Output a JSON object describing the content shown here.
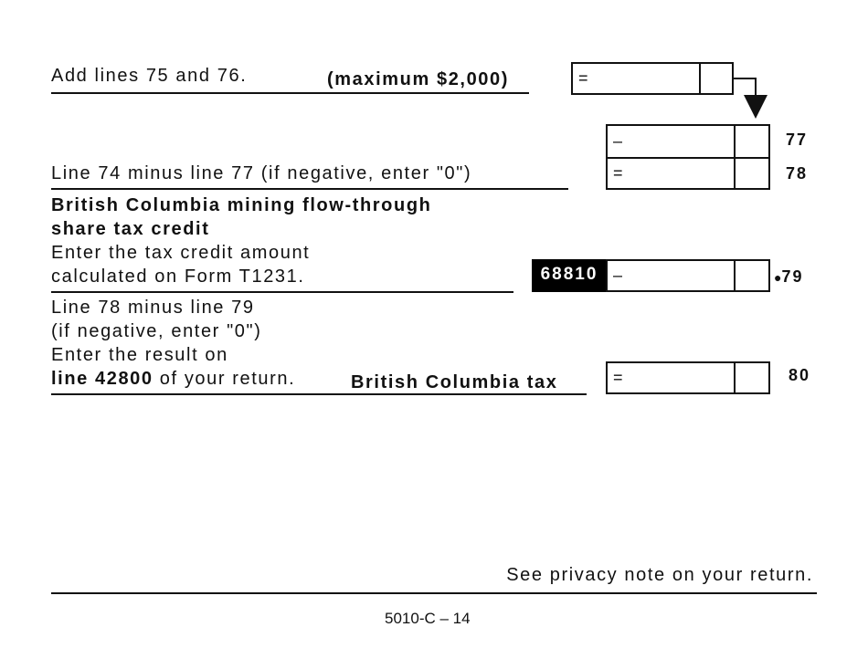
{
  "line76_total": {
    "label": "Add lines 75 and 76.",
    "note": "(maximum $2,000)",
    "sign": "=",
    "dollars": "",
    "cents": ""
  },
  "line77": {
    "sign": "–",
    "number": "77",
    "dollars": "",
    "cents": ""
  },
  "line78": {
    "label": "Line 74 minus line 77 (if negative, enter \"0\")",
    "sign": "=",
    "number": "78",
    "dollars": "",
    "cents": ""
  },
  "line79": {
    "heading_line1": "British Columbia mining flow-through",
    "heading_line2": "share tax credit",
    "desc_line1": "Enter the tax credit amount",
    "desc_line2": "calculated on Form T1231.",
    "code": "68810",
    "sign": "–",
    "bullet": "●",
    "number": "79",
    "dollars": "",
    "cents": ""
  },
  "line80": {
    "desc_line1": "Line 78 minus line 79",
    "desc_line2": "(if negative, enter \"0\")",
    "desc_line3": "Enter the result on",
    "desc_line4_bold": "line 42800",
    "desc_line4_rest": " of your return.",
    "total_label": "British Columbia tax",
    "sign": "=",
    "number": "80",
    "dollars": "",
    "cents": ""
  },
  "footer": {
    "privacy": "See privacy note on your return.",
    "page_id": "5010-C – 14"
  }
}
